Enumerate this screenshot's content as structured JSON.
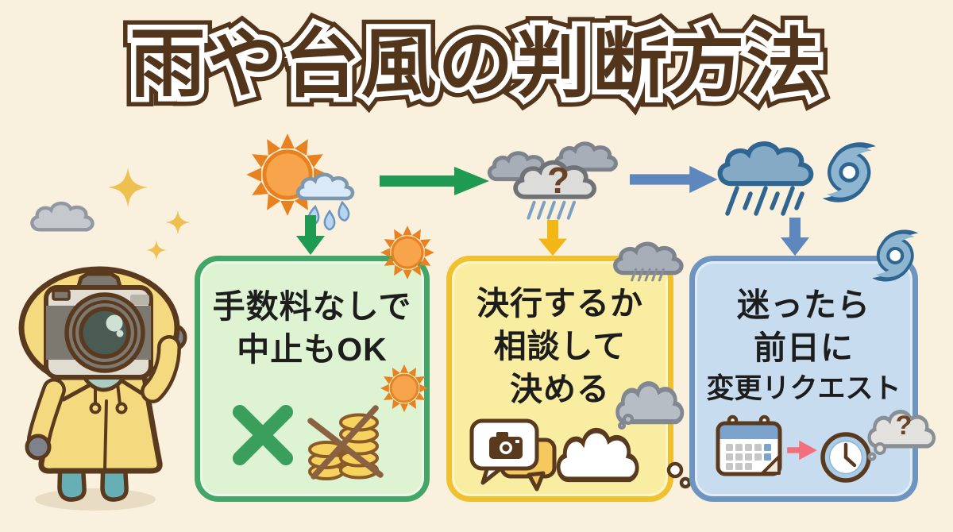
{
  "title": {
    "text": "雨や台風の判断方法",
    "color": "#53351b",
    "outline": "#ffffff"
  },
  "flow": {
    "question_mark": "?",
    "icons": [
      "sun-with-rain-cloud-icon",
      "cloudy-question-icon",
      "rain-and-typhoon-icon"
    ],
    "arrow_colors": {
      "sunny_to_cloudy": "#1f9a53",
      "cloudy_to_stormy": "#5d87bd",
      "down_sunny": "#1f9a53",
      "down_cloudy": "#f3b617",
      "down_stormy": "#5d87bd"
    }
  },
  "boxes": [
    {
      "id": "no-fee-cancel",
      "fill": "#ddf3d2",
      "border": "#44a568",
      "lines": [
        "手数料なしで",
        "中止もOK"
      ],
      "icons": [
        "cross-mark-icon",
        "crossed-out-coins-icon",
        "sun-icon"
      ]
    },
    {
      "id": "consult-decide",
      "fill": "#f9eda1",
      "border": "#f0c12e",
      "lines": [
        "決行するか",
        "相談して",
        "決める"
      ],
      "icons": [
        "camera-chat-bubble-icon",
        "thought-bubble-icon",
        "rain-cloud-icon",
        "gray-thought-cloud-icon"
      ]
    },
    {
      "id": "request-change",
      "fill": "#c8dcef",
      "border": "#6d95c0",
      "lines": [
        "迷ったら",
        "前日に",
        "変更リクエスト"
      ],
      "question_mark": "?",
      "icons": [
        "calendar-icon",
        "pink-arrow-icon",
        "clock-icon",
        "question-thought-icon",
        "typhoon-icon"
      ]
    }
  ],
  "decorations": [
    "gray-cloud",
    "sparkle-stars",
    "sun-badges",
    "typhoon-badge",
    "rain-cloud-badge",
    "thought-cloud-badge"
  ],
  "character": {
    "name": "photographer-in-yellow-raincoat",
    "coat_color": "#f5d97e",
    "boot_color": "#65afb5",
    "camera_color": "#7d7870",
    "mitten_color": "#7c838c"
  }
}
